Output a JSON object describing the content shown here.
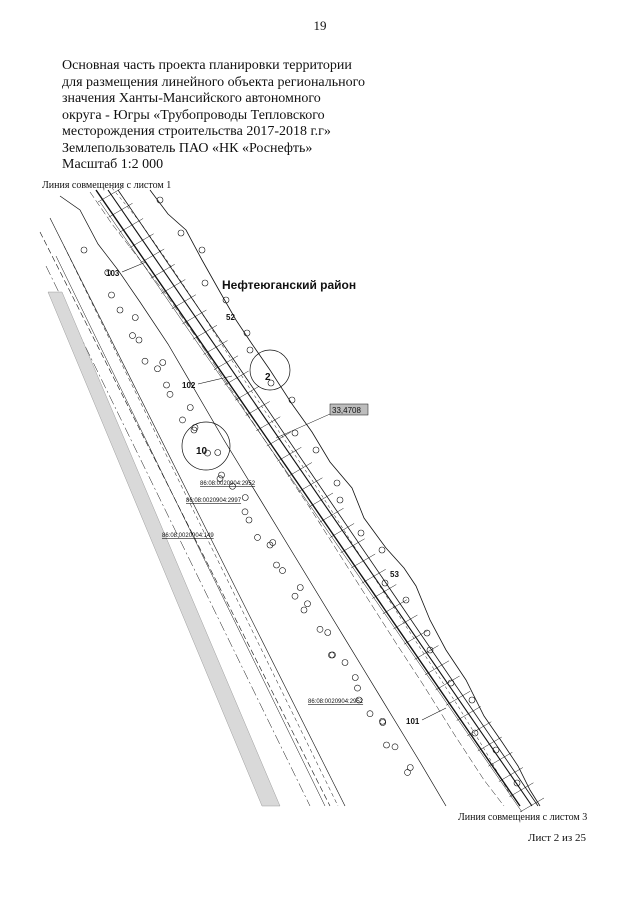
{
  "page_number": "19",
  "title_lines": [
    "Основная часть проекта планировки территории",
    "для размещения линейного объекта регионального",
    "значения Ханты-Мансийского автономного",
    "округа - Югры «Трубопроводы Тепловского",
    "месторождения строительства 2017-2018 г.г»",
    "Землепользователь ПАО «НК «Роснефть»",
    "Масштаб 1:2 000"
  ],
  "map": {
    "top_match_line": "Линия совмещения с листом 1",
    "bottom_match_line": "Линия совмещения с листом 3",
    "district": "Нефтеюганский район",
    "point_labels": [
      "103",
      "52",
      "102",
      "53",
      "101"
    ],
    "circle_labels": [
      "2",
      "10"
    ],
    "area_label": "33,4708",
    "cadastral_labels": [
      "86:08:0020904:2952",
      "86:08:0020904:2997",
      "86:08:0020904:149",
      "86:08:0020904:2952"
    ]
  },
  "sheet": "Лист 2 из 25"
}
